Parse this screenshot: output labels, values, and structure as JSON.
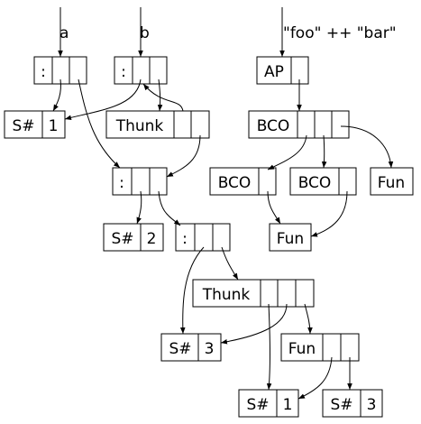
{
  "roots": {
    "a": "a",
    "b": "b",
    "expr": "\"foo\" ++ \"bar\""
  },
  "nodes": {
    "cons_a": ":",
    "cons_b": ":",
    "s1_tag": "S#",
    "s1_val": "1",
    "thunk1": "Thunk",
    "cons_mid": ":",
    "s2_tag": "S#",
    "s2_val": "2",
    "cons_low": ":",
    "thunk2": "Thunk",
    "s3_tag": "S#",
    "s3_val": "3",
    "fun_low": "Fun",
    "s1b_tag": "S#",
    "s1b_val": "1",
    "s3b_tag": "S#",
    "s3b_val": "3",
    "ap": "AP",
    "bco_main": "BCO",
    "bco_left": "BCO",
    "bco_right": "BCO",
    "fun_right": "Fun",
    "fun_bottom": "Fun"
  },
  "colors": {
    "stroke": "#000000",
    "fill": "#ffffff"
  }
}
